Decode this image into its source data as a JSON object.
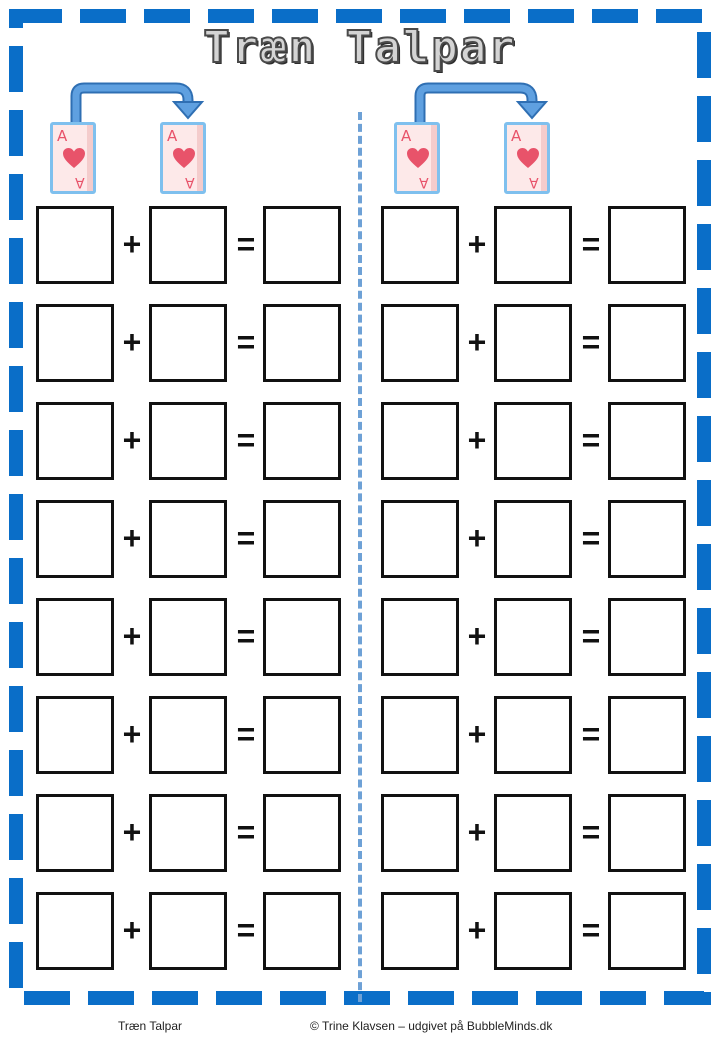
{
  "title": "Træn Talpar",
  "colors": {
    "border": "#0a6ec8",
    "divider": "#6ea1d6",
    "arrow": "#4a90d9",
    "card_border": "#7fc0ee",
    "heart": "#e8536a"
  },
  "card": {
    "rank": "A",
    "suit_icon": "heart-icon"
  },
  "operators": {
    "plus": "+",
    "equals": "="
  },
  "rows_per_column": 8,
  "footer": {
    "left": "Træn Talpar",
    "right": "© Trine Klavsen – udgivet på BubbleMinds.dk"
  }
}
